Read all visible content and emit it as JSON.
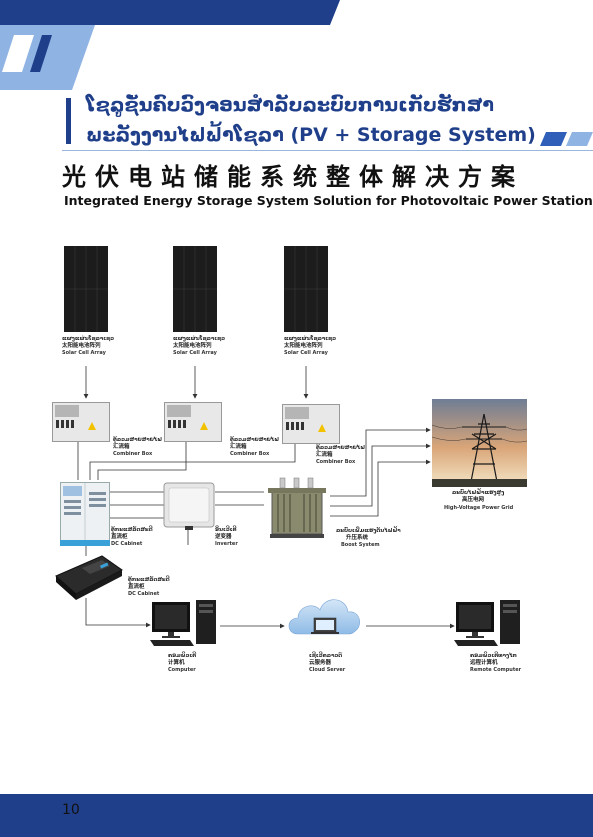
{
  "header": {
    "title_lao_line1": "ໂຊລູຊັ່ນຄົບວົງຈອນສຳລັບລະບົບການເກັບຮັກສາ",
    "title_lao_line2": "ພະລັງງານໄຟຟ້າໂຊລາ (PV + Storage System)",
    "title_zh": "光伏电站储能系统整体解决方案",
    "title_en": "Integrated Energy Storage System Solution for Photovoltaic Power Stations"
  },
  "colors": {
    "brand_blue": "#1f3f8a",
    "light_blue": "#8fb3e3",
    "mid_blue": "#2f5fb8"
  },
  "nodes": {
    "solar": {
      "lo": "ແຜງແຜ່ນໂຊລາເຊວ",
      "zh": "太阳能电池阵列",
      "en": "Solar Cell Array"
    },
    "combiner": {
      "lo": "ຕູ້ລວມສາຍສາຍໄຟ",
      "zh": "汇流箱",
      "en": "Combiner Box"
    },
    "grid": {
      "lo": "ລະບົບໄຟຟ້າແຮງສູງ",
      "zh": "高压电网",
      "en": "High-Voltage Power Grid"
    },
    "dc_cabinet": {
      "lo": "ຕູ້ກະແສລັດສະດີ",
      "zh": "直流柜",
      "en": "DC Cabinet"
    },
    "inverter": {
      "lo": "ອິນເວີເຕີ",
      "zh": "逆变器",
      "en": "Inverter"
    },
    "boost": {
      "lo": "ລະບົບເພີ່ມແຮງດັນໄຟຟ້າ",
      "zh": "升压系统",
      "en": "Boost System"
    },
    "dc_cabinet2": {
      "lo": "ຕູ້ກະແສລັດສະດີ",
      "zh": "直流柜",
      "en": "DC Cabinet"
    },
    "computer": {
      "lo": "ຄອມພິວເຕີ",
      "zh": "计算机",
      "en": "Computer"
    },
    "cloud": {
      "lo": "ເຊີເວີຄລາວດ໌",
      "zh": "云服务器",
      "en": "Cloud Server"
    },
    "remote": {
      "lo": "ຄອມພິວເຕີທາງໄກ",
      "zh": "远程计算机",
      "en": "Remote Computer"
    }
  },
  "footer": {
    "page_number": "10"
  }
}
